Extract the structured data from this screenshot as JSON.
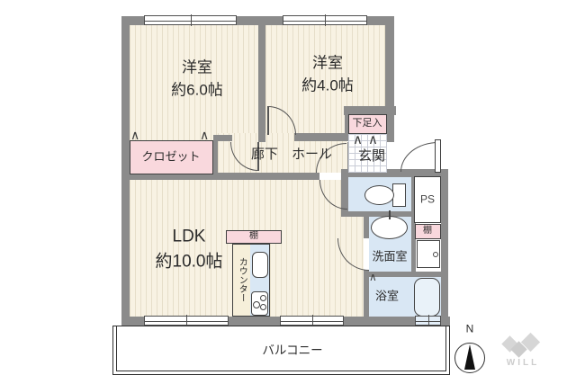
{
  "meta": {
    "type": "apartment-floor-plan"
  },
  "rooms": {
    "bedroom_a": {
      "label": "洋室",
      "size": "約6.0帖"
    },
    "bedroom_b": {
      "label": "洋室",
      "size": "約4.0帖"
    },
    "ldk": {
      "label": "LDK",
      "size": "約10.0帖"
    },
    "closet": {
      "label": "クロゼット"
    },
    "hallway": {
      "label": "廊下　ホール"
    },
    "entrance": {
      "label": "玄関"
    },
    "shoe_cabinet": {
      "label": "下足入"
    },
    "washroom": {
      "label": "洗面室"
    },
    "bathroom": {
      "label": "浴室"
    },
    "balcony": {
      "label": "バルコニー"
    },
    "pipe_space": {
      "label": "PS"
    }
  },
  "fixtures": {
    "kitchen_shelf": {
      "label": "棚"
    },
    "washroom_shelf": {
      "label": "棚"
    },
    "counter": {
      "label": "カウンター"
    }
  },
  "compass": {
    "north": "N"
  },
  "branding": {
    "logo": "WILL"
  },
  "colors": {
    "wall": "#8b8b8b",
    "room_floor": "#f8f2e3",
    "wet_area": "#d9e7f4",
    "storage_pink": "#f9d8dd",
    "logo_gray": "#d6d6d6"
  }
}
